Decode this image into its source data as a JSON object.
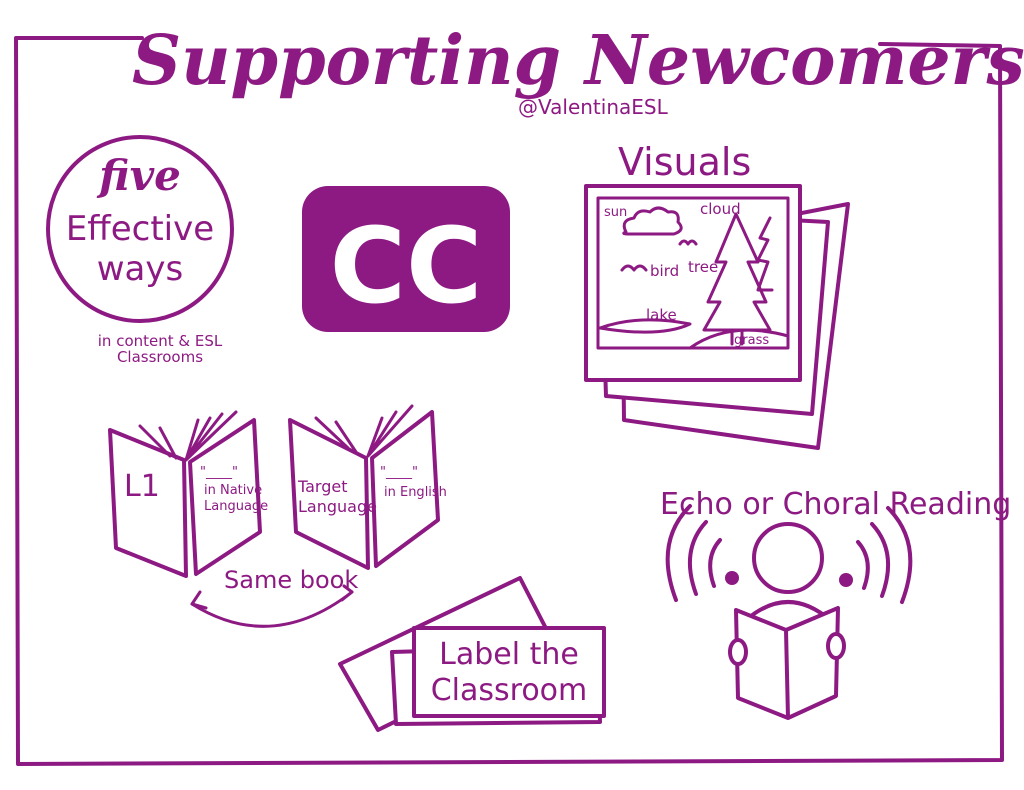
{
  "colors": {
    "ink": "#8d1a83",
    "paper": "#ffffff"
  },
  "title": "Supporting Newcomers",
  "handle": "@ValentinaESL",
  "five_ways": {
    "line1": "five",
    "line2": "Effective",
    "line3": "ways",
    "caption_line1": "in content & ESL",
    "caption_line2": "Classrooms"
  },
  "cc": {
    "label": "CC",
    "icon": "closed-captions-icon"
  },
  "visuals": {
    "heading": "Visuals",
    "labels": {
      "sun": "sun",
      "cloud": "cloud",
      "bird": "bird",
      "tree": "tree",
      "lake": "lake",
      "grass": "grass"
    }
  },
  "books": {
    "left_page": "L1",
    "left_blank": "\"____\"",
    "left_note_line1": "in Native",
    "left_note_line2": "Language",
    "right_page_line1": "Target",
    "right_page_line2": "Language",
    "right_blank": "\"____\"",
    "right_note": "in English",
    "same_book": "Same book"
  },
  "label_classroom": {
    "line1": "Label the",
    "line2": "Classroom"
  },
  "echo": {
    "heading": "Echo or Choral Reading"
  }
}
